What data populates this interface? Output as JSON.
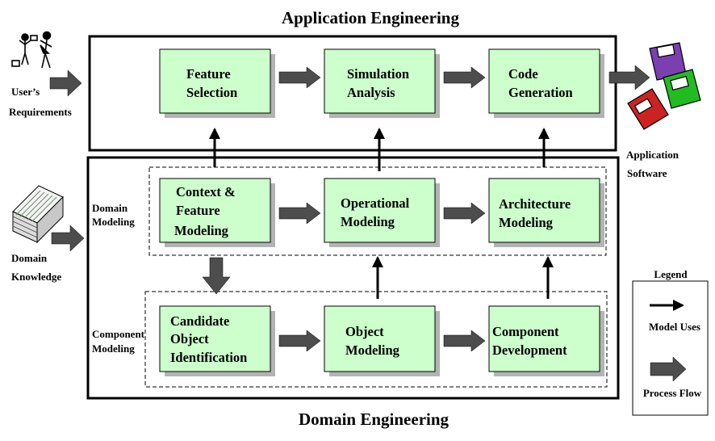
{
  "titles": {
    "top": "Application Engineering",
    "bottom": "Domain Engineering"
  },
  "inputs": {
    "users_requirements": [
      "User’s",
      "Requirements"
    ],
    "domain_knowledge": [
      "Domain",
      "Knowledge"
    ]
  },
  "output": {
    "application_software": [
      "Application",
      "Software"
    ]
  },
  "group_labels": {
    "domain_modeling": [
      "Domain",
      "Modeling"
    ],
    "component_modeling": [
      "Component",
      "Modeling"
    ]
  },
  "boxes": {
    "feature_selection": [
      "Feature",
      "Selection"
    ],
    "simulation_analysis": [
      "Simulation",
      "Analysis"
    ],
    "code_generation": [
      "Code",
      "Generation"
    ],
    "context_feature_modeling": [
      "Context &",
      "Feature",
      "Modeling"
    ],
    "operational_modeling": [
      "Operational",
      "Modeling"
    ],
    "architecture_modeling": [
      "Architecture",
      "Modeling"
    ],
    "candidate_object_identification": [
      "Candidate",
      "Object",
      "Identification"
    ],
    "object_modeling": [
      "Object",
      "Modeling"
    ],
    "component_development": [
      "Component",
      "Development"
    ]
  },
  "legend": {
    "title": "Legend",
    "model_uses": "Model Uses",
    "process_flow": "Process Flow"
  },
  "colors": {
    "box_fill": "#ccffcc",
    "box_shadow": "#b3b3b3",
    "arrow_fill": "#4d4d4d",
    "frame": "#000000"
  }
}
